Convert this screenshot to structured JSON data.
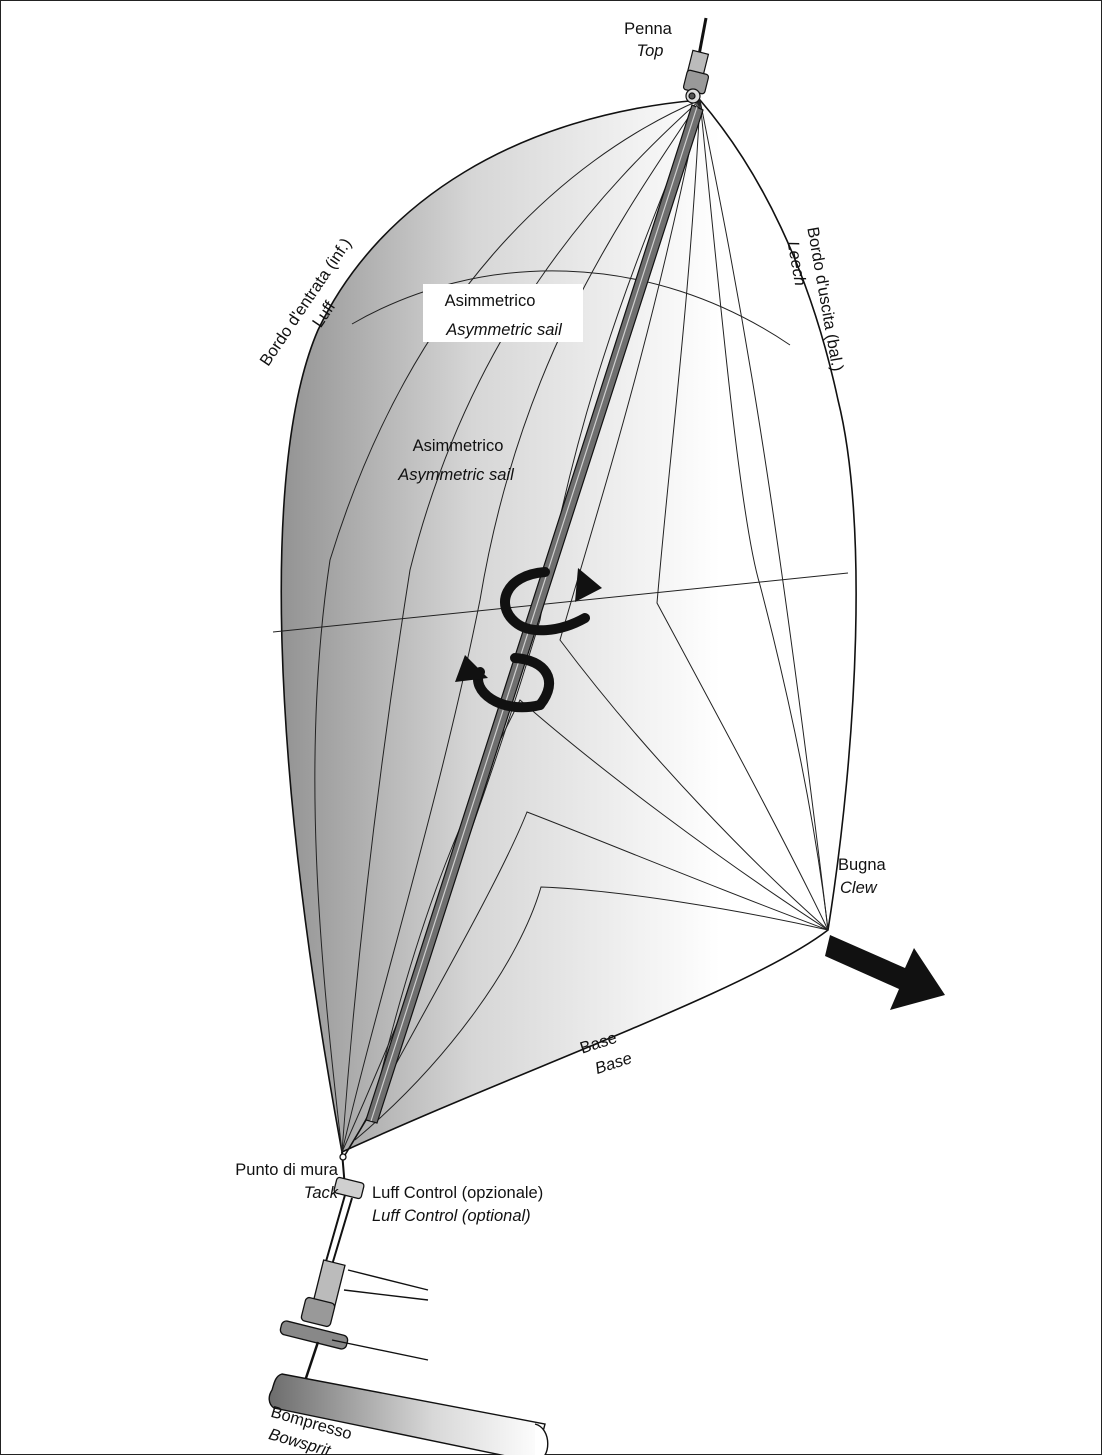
{
  "labels": {
    "top": {
      "it": "Penna",
      "en": "Top"
    },
    "luff": {
      "it": "Bordo d'entrata (inf.)",
      "en": "Luff"
    },
    "leech": {
      "it": "Bordo d'uscita (bal.)",
      "en": "Leech"
    },
    "sail_upper": {
      "it": "Asimmetrico",
      "en": "Asymmetric sail"
    },
    "sail_lower": {
      "it": "Asimmetrico",
      "en": "Asymmetric sail"
    },
    "clew": {
      "it": "Bugna",
      "en": "Clew"
    },
    "foot": {
      "it": "Base",
      "en": "Base"
    },
    "tack": {
      "it": "Punto di mura",
      "en": "Tack"
    },
    "luff_control": {
      "it": "Luff Control (opzionale)",
      "en": "Luff Control (optional)"
    },
    "bowsprit": {
      "it": "Bompresso",
      "en": "Bowsprit"
    }
  },
  "colors": {
    "line": "#111111",
    "sail_dark": "#9a9a9a",
    "sail_light": "#ffffff"
  }
}
